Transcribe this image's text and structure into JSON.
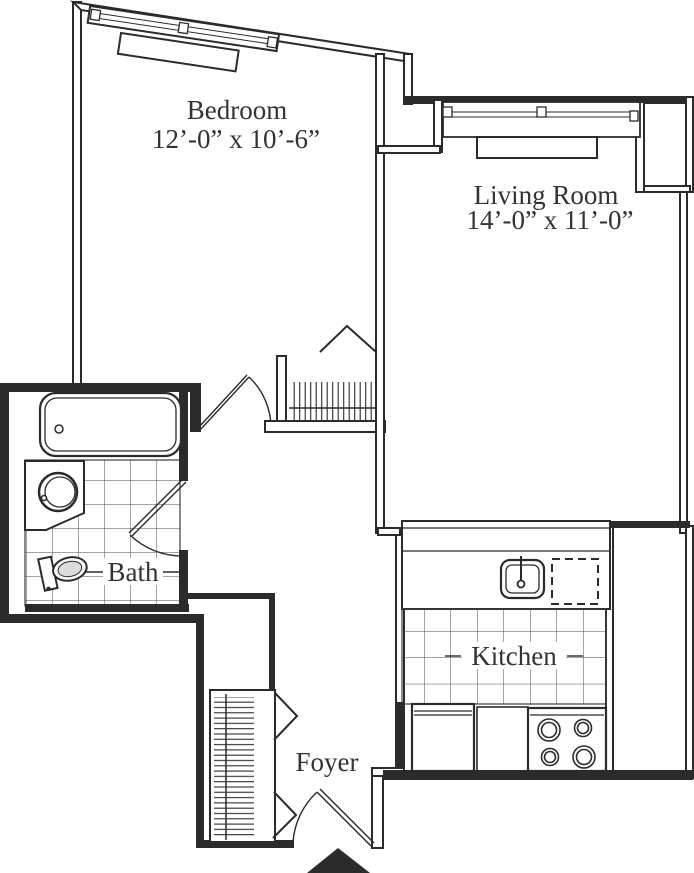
{
  "plan": {
    "title": "Apartment floor plan",
    "rooms": [
      {
        "name": "Bedroom",
        "dimensions": "12’-0” x 10’-6”"
      },
      {
        "name": "Living Room",
        "dimensions": "14’-0” x 11’-0”"
      },
      {
        "name": "Bath",
        "dimensions": ""
      },
      {
        "name": "Kitchen",
        "dimensions": ""
      },
      {
        "name": "Foyer",
        "dimensions": ""
      }
    ],
    "fixtures": [
      "bathtub",
      "vanity-sink",
      "toilet",
      "bath-door",
      "bedroom-door",
      "bedroom-closet",
      "bedroom-window",
      "living-room-window",
      "kitchen-counter",
      "kitchen-sink",
      "dishwasher",
      "refrigerator",
      "stove",
      "foyer-closet",
      "entry-door",
      "entry-marker"
    ],
    "colors": {
      "wall": "#2b2b2b",
      "text": "#333333",
      "toilet_fill": "#dcdcdc",
      "background": "#ffffff"
    }
  }
}
